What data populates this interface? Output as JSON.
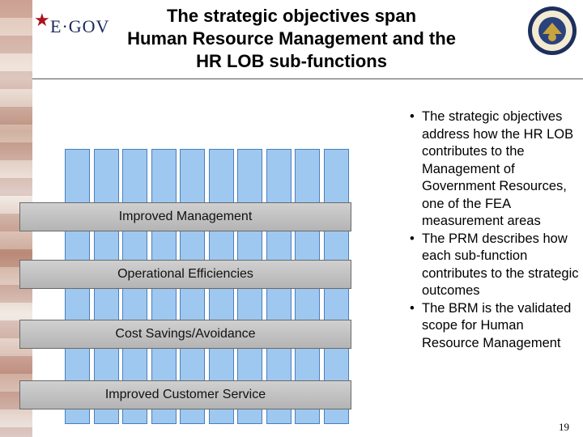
{
  "header": {
    "logo_text": "E·GOV",
    "title_lines": [
      "The strategic objectives span",
      "Human Resource Management and the",
      "HR LOB sub-functions"
    ]
  },
  "diagram": {
    "column_count": 10,
    "bands": [
      "Improved Management",
      "Operational Efficiencies",
      "Cost Savings/Avoidance",
      "Improved Customer Service"
    ],
    "colors": {
      "column_fill": "#9ec8f0",
      "column_border": "#4a7fbf",
      "band_fill": "#c4c4c4"
    }
  },
  "bullets": [
    "The strategic objectives address how the HR LOB contributes to the Management of Government Resources, one of  the FEA measurement areas",
    "The PRM describes how each sub-function contributes to the strategic outcomes",
    "The BRM is the validated scope for Human Resource Management"
  ],
  "footer": {
    "page_number": "19"
  }
}
